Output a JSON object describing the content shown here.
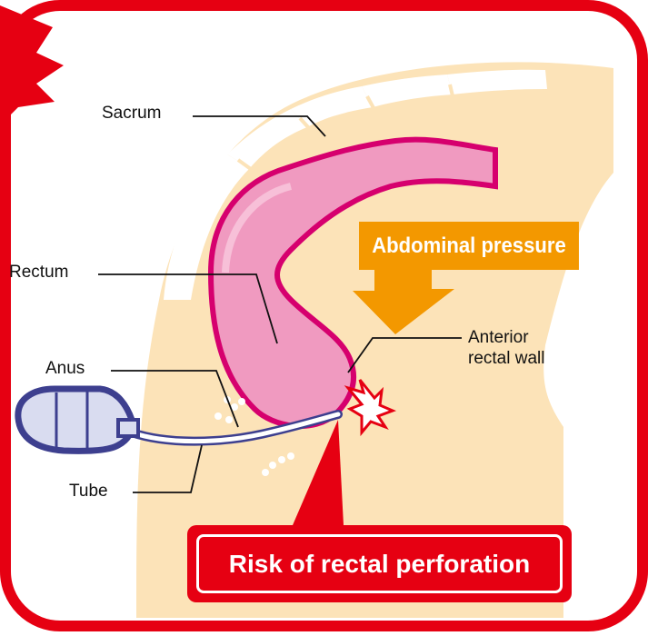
{
  "labels": {
    "sacrum": "Sacrum",
    "rectum": "Rectum",
    "anus": "Anus",
    "tube": "Tube",
    "anterior_rectal_wall": "Anterior\nrectal wall"
  },
  "callout": {
    "abdominal_pressure": "Abdominal pressure"
  },
  "warning": {
    "risk_text": "Risk of rectal perforation"
  },
  "colors": {
    "frame_red": "#e60012",
    "body_tan": "#fce3b8",
    "rectum_pink": "#f09ac0",
    "rectum_edge": "#d6006e",
    "arrow_orange": "#f39800",
    "bulb_navy": "#3d3f8f"
  }
}
